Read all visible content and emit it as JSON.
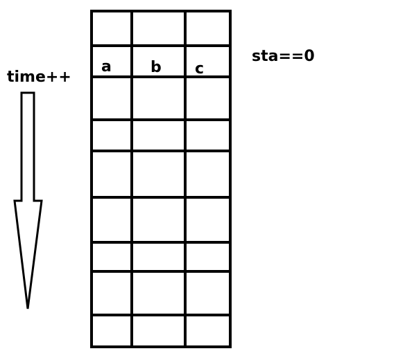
{
  "time_label": "time++",
  "state_label": "sta==0",
  "column_labels": [
    "a",
    "b",
    "c"
  ],
  "colors": {
    "ink": "#000000",
    "background": "#ffffff"
  }
}
